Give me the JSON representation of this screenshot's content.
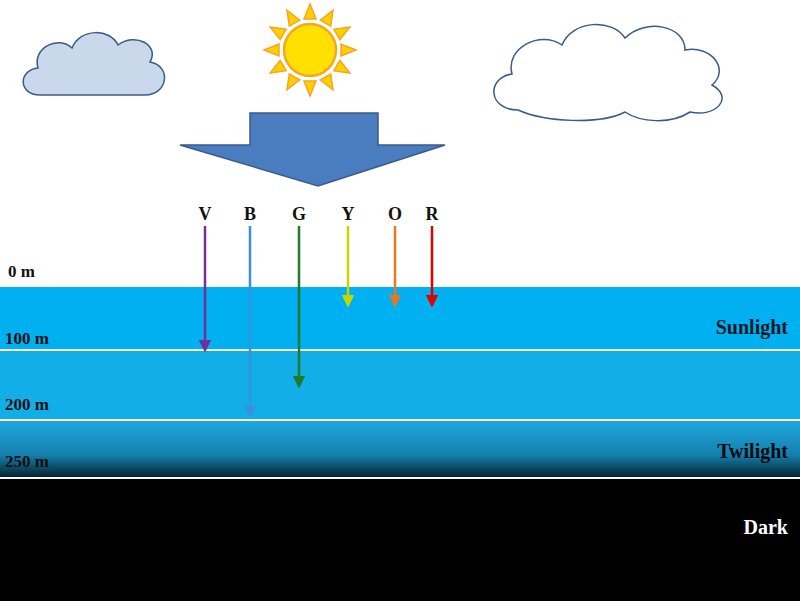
{
  "diagram": {
    "nodes": [
      {
        "text": [
          "Sunlight"
        ]
      },
      {
        "text": [
          "Twilight"
        ]
      },
      {
        "text": [
          "Dark"
        ]
      }
    ],
    "labels": [
      "V",
      "B",
      "G",
      "Y",
      "O",
      "R",
      "0 m",
      "100 m",
      "200 m",
      "250 m"
    ]
  }
}
